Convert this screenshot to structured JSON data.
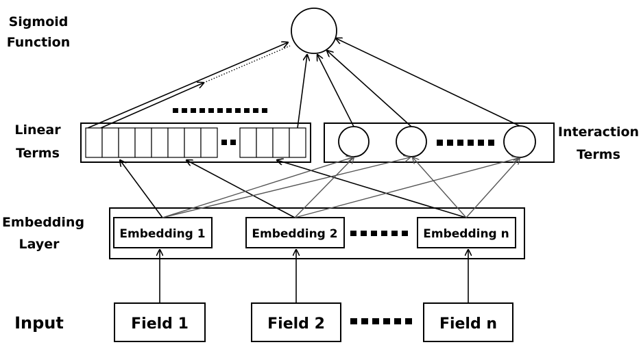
{
  "labels": {
    "sigmoid_line1": "Sigmoid",
    "sigmoid_line2": "Function",
    "linear_line1": "Linear",
    "linear_line2": "Terms",
    "interaction_line1": "Interaction",
    "interaction_line2": "Terms",
    "embedding_line1": "Embedding",
    "embedding_line2": "Layer",
    "input": "Input"
  },
  "embeddings": [
    "Embedding 1",
    "Embedding 2",
    "Embedding  n"
  ],
  "fields": [
    "Field  1",
    "Field  2",
    "Field  n"
  ]
}
